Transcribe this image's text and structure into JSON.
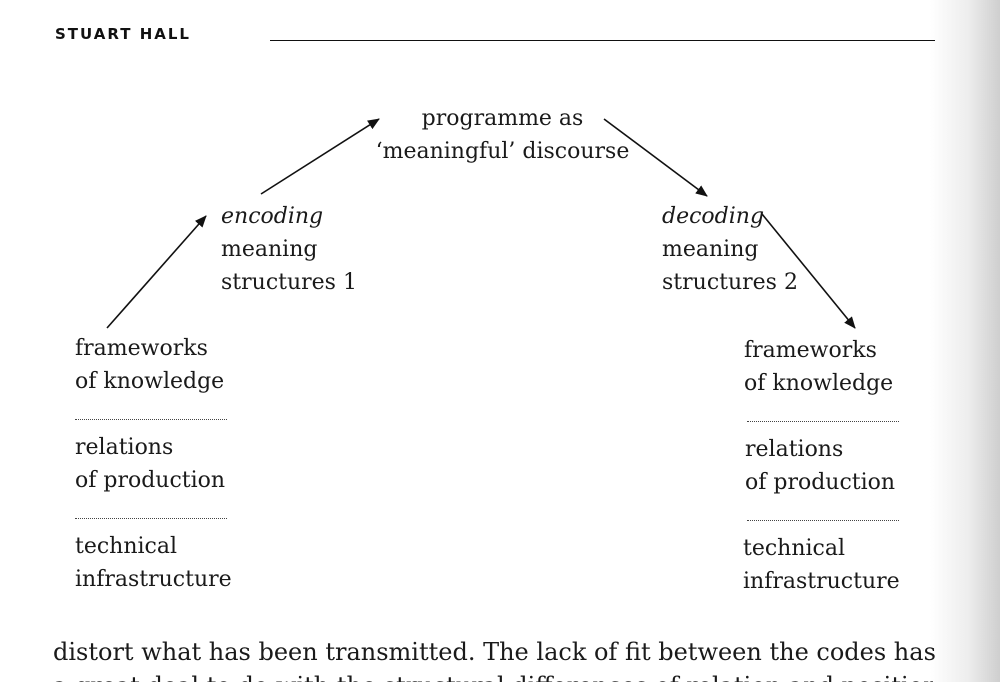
{
  "running_head": {
    "author": "STUART HALL"
  },
  "diagram": {
    "top_node": {
      "line1": "programme as",
      "line2": "‘meaningful’ discourse"
    },
    "left_node": {
      "line1": "encoding",
      "line2": "meaning",
      "line3": "structures 1"
    },
    "right_node": {
      "line1": "decoding",
      "line2": "meaning",
      "line3": "structures 2"
    },
    "left_stack": {
      "item1_line1": "frameworks",
      "item1_line2": "of knowledge",
      "item2_line1": "relations",
      "item2_line2": "of production",
      "item3_line1": "technical",
      "item3_line2": "infrastructure"
    },
    "right_stack": {
      "item1_line1": "frameworks",
      "item1_line2": "of knowledge",
      "item2_line1": "relations",
      "item2_line2": "of production",
      "item3_line1": "technical",
      "item3_line2": "infrastructure"
    }
  },
  "body": {
    "line1": "distort what has been transmitted. The lack of fit between the codes has",
    "line2_partial": "a great deal to do with the structural differences of relation and position"
  }
}
